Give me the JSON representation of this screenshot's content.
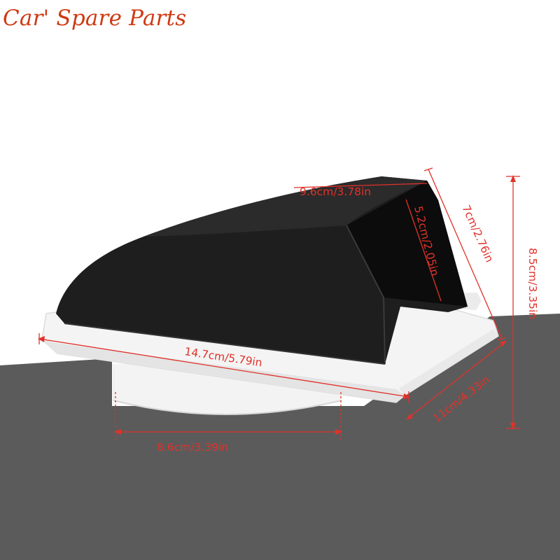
{
  "brand": {
    "text": "Car' Spare Parts",
    "color": "#cf3a12"
  },
  "product": {
    "name": "vent-cover",
    "hood_color": "#1f1f1f",
    "base_color": "#f2f2f2"
  },
  "surface": {
    "color": "#5b5b5b"
  },
  "dimension_color": "#e0322a",
  "dimensions": {
    "top_width": "9.6cm/3.78in",
    "opening_height": "5.2cm/2.05in",
    "hood_depth": "7cm/2.76in",
    "total_height": "8.5cm/3.35in",
    "base_length": "14.7cm/5.79in",
    "base_width": "11cm/4.33in",
    "pipe_diameter": "8.6cm/3.39in"
  }
}
